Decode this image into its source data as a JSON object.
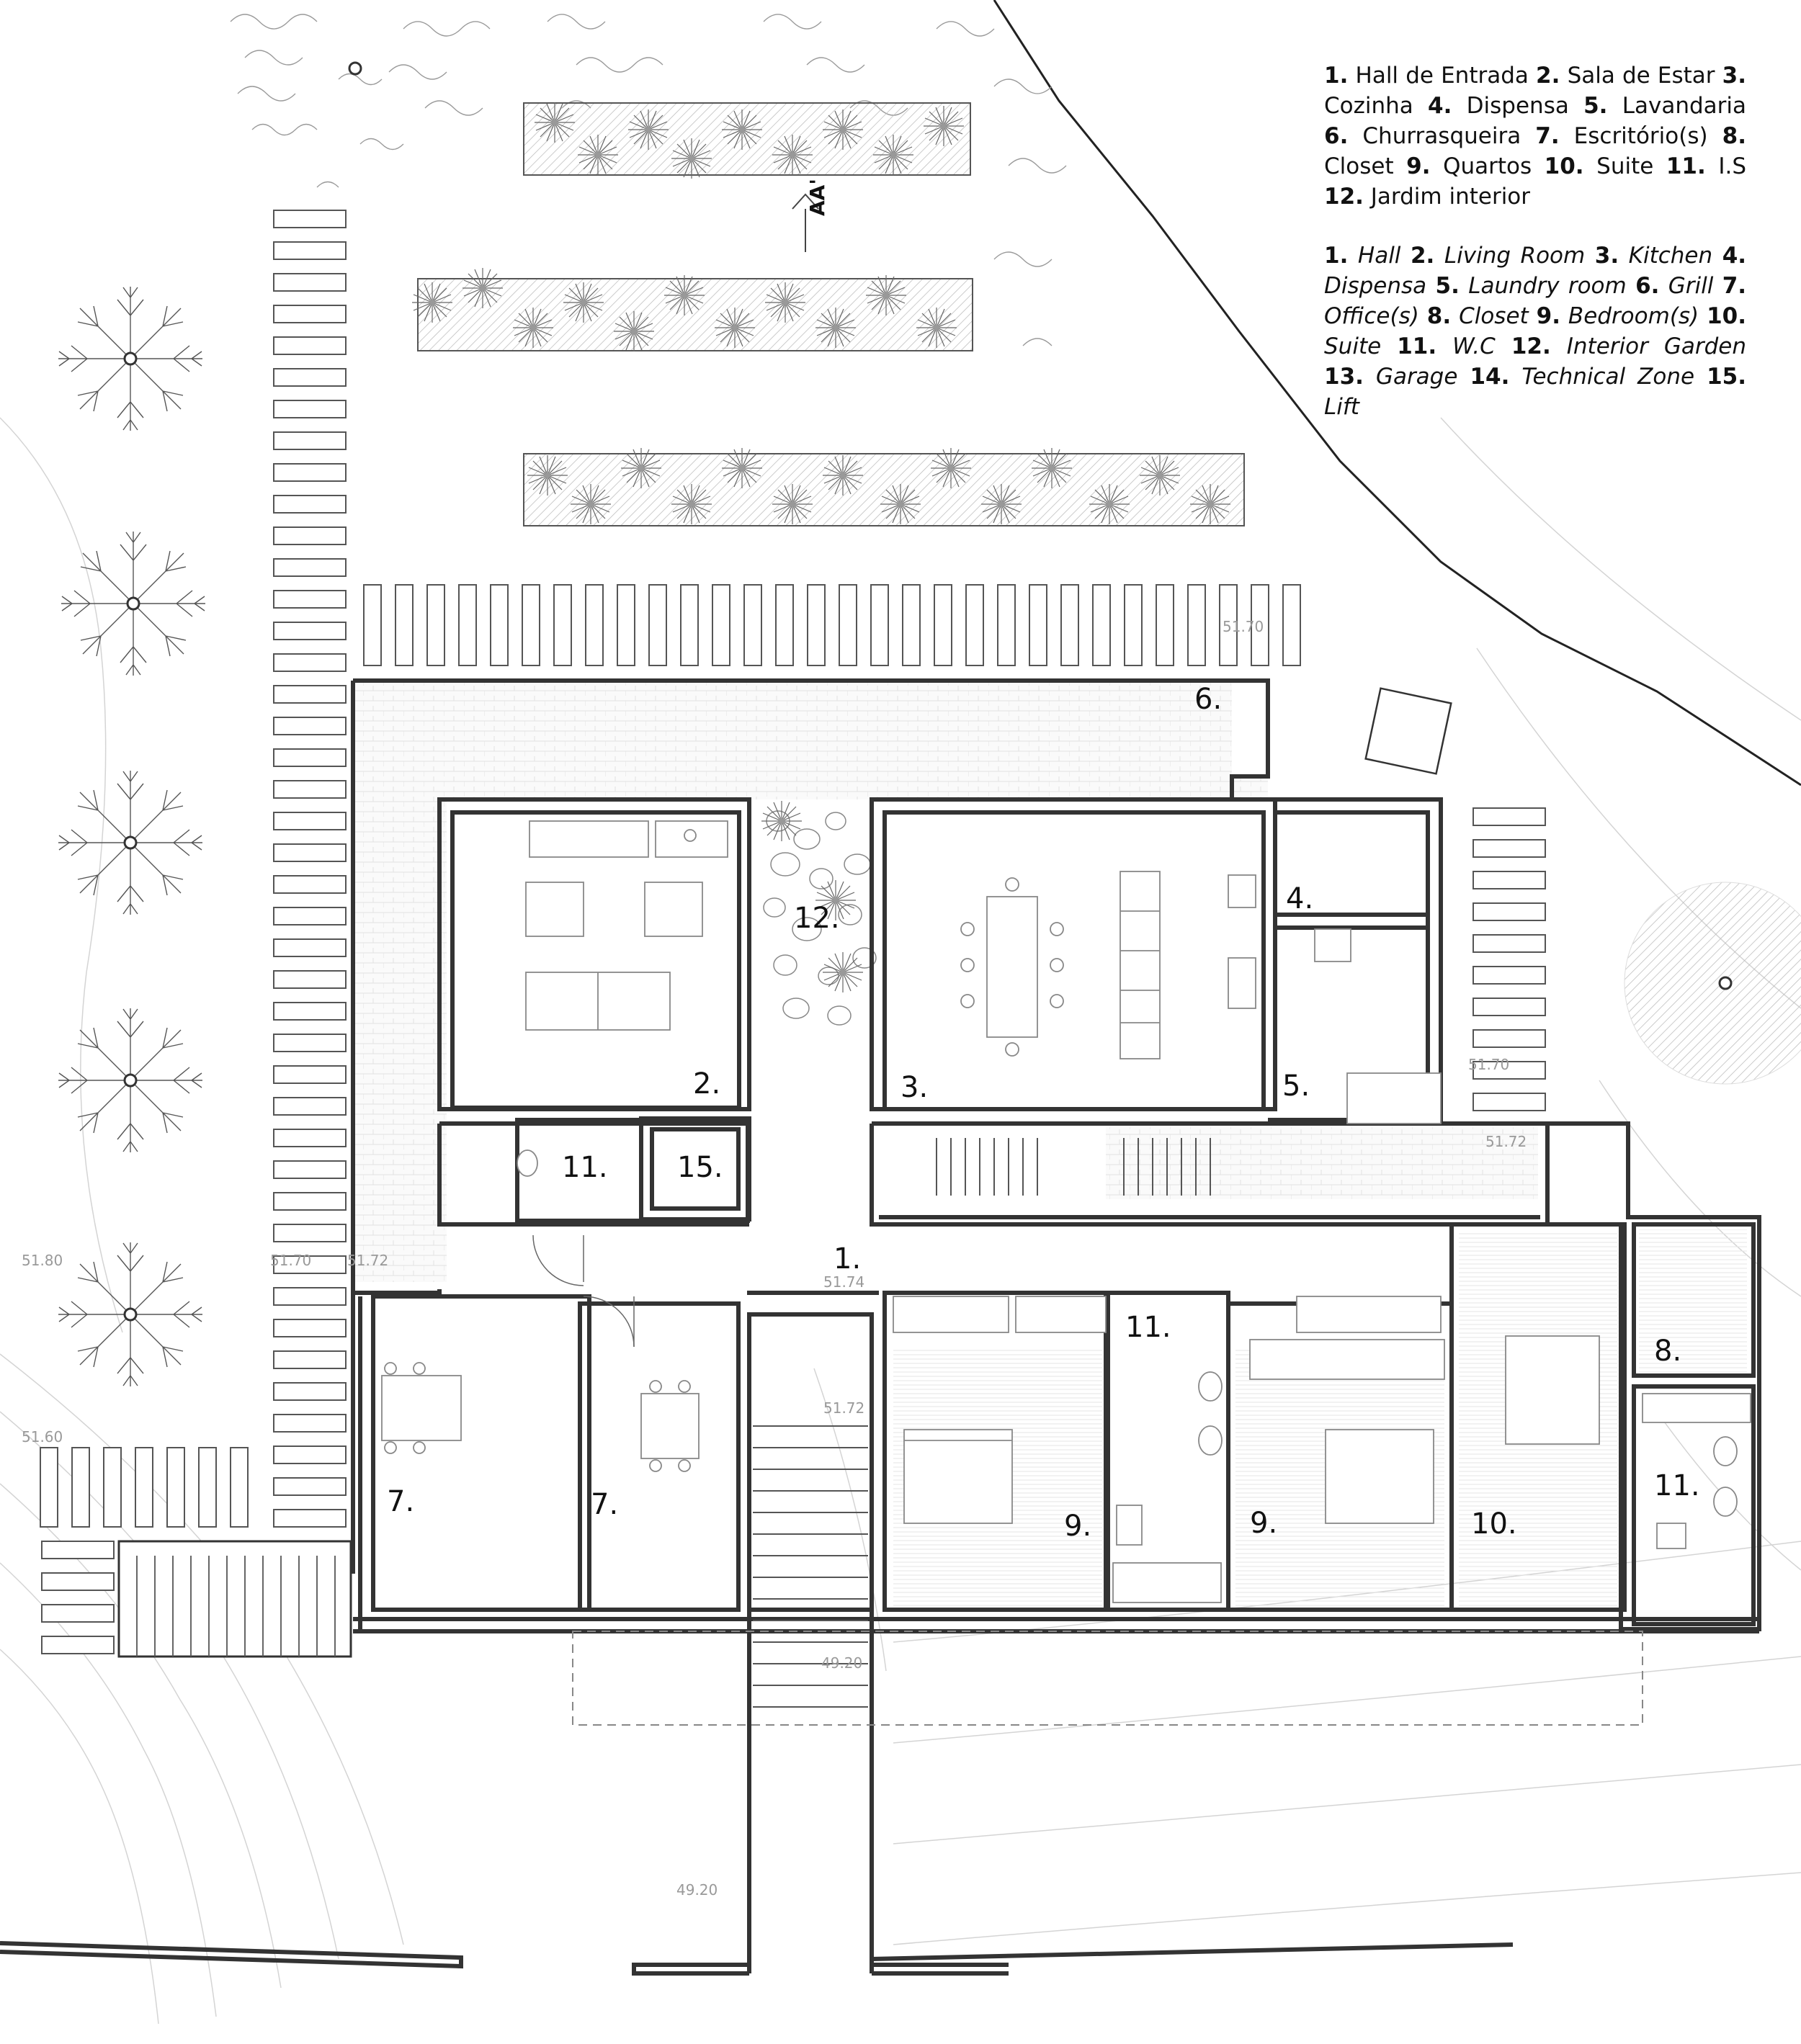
{
  "legend": {
    "pt": [
      {
        "num": "1.",
        "text": "Hall de Entrada"
      },
      {
        "num": "2.",
        "text": "Sala de Estar"
      },
      {
        "num": "3.",
        "text": "Cozinha"
      },
      {
        "num": "4.",
        "text": "Dispensa"
      },
      {
        "num": "5.",
        "text": "Lavandaria"
      },
      {
        "num": "6.",
        "text": "Churrasqueira"
      },
      {
        "num": "7.",
        "text": "Escritório(s)"
      },
      {
        "num": "8.",
        "text": "Closet"
      },
      {
        "num": "9.",
        "text": "Quartos"
      },
      {
        "num": "10.",
        "text": "Suite"
      },
      {
        "num": "11.",
        "text": "I.S"
      },
      {
        "num": "12.",
        "text": "Jardim interior"
      }
    ],
    "en": [
      {
        "num": "1.",
        "text": "Hall"
      },
      {
        "num": "2.",
        "text": "Living Room"
      },
      {
        "num": "3.",
        "text": "Kitchen"
      },
      {
        "num": "4.",
        "text": "Dispensa"
      },
      {
        "num": "5.",
        "text": "Laundry room"
      },
      {
        "num": "6.",
        "text": "Grill"
      },
      {
        "num": "7.",
        "text": "Office(s)"
      },
      {
        "num": "8.",
        "text": "Closet"
      },
      {
        "num": "9.",
        "text": "Bedroom(s)"
      },
      {
        "num": "10.",
        "text": "Suite"
      },
      {
        "num": "11.",
        "text": "W.C"
      },
      {
        "num": "12.",
        "text": "Interior Garden"
      },
      {
        "num": "13.",
        "text": "Garage"
      },
      {
        "num": "14.",
        "text": "Technical Zone"
      },
      {
        "num": "15.",
        "text": "Lift"
      }
    ]
  },
  "rooms": {
    "hall": "1.",
    "living": "2.",
    "kitchen": "3.",
    "pantry": "4.",
    "laundry": "5.",
    "grill": "6.",
    "office_a": "7.",
    "office_b": "7.",
    "closet": "8.",
    "bedroom_a": "9.",
    "bedroom_b": "9.",
    "suite": "10.",
    "wc_a": "11.",
    "wc_b": "11.",
    "wc_c": "11.",
    "garden": "12.",
    "lift": "15."
  },
  "elevations": {
    "e1": "51.70",
    "e2": "51.70",
    "e3": "51.72",
    "e4": "51.80",
    "e5": "51.70",
    "e6": "51.72",
    "e7": "51.74",
    "e8": "51.72",
    "e9": "51.60",
    "e10": "49.20",
    "e11": "49.20"
  },
  "section_mark": "AA'"
}
